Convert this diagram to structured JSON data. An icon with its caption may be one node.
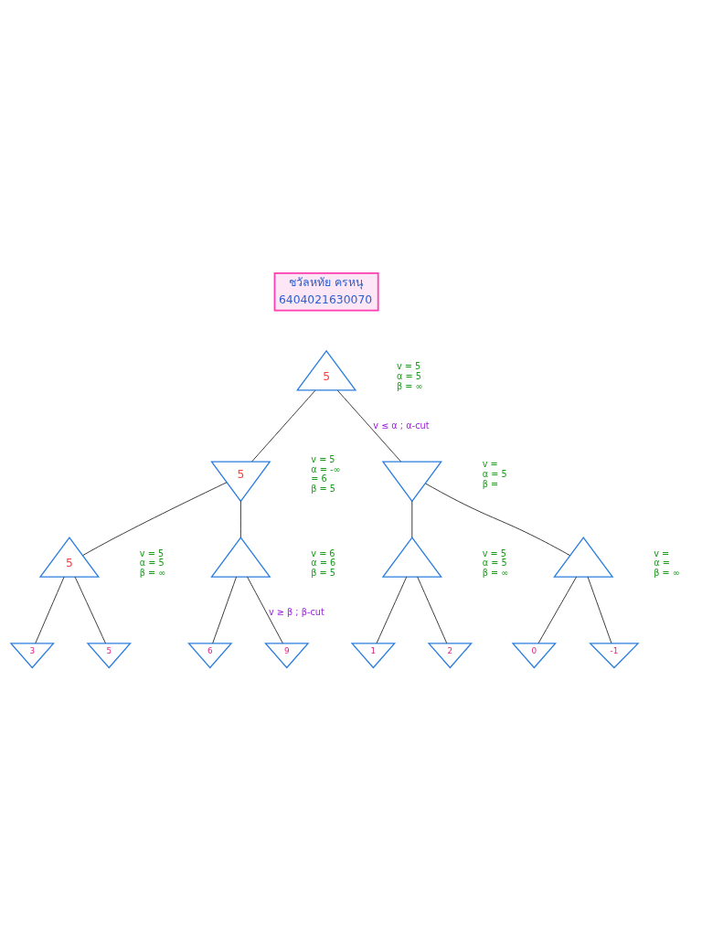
{
  "diagram": {
    "nodes": [
      {
        "text": [
          "5"
        ],
        "beside": [
          "v = 5",
          "α = 5",
          "β = ∞"
        ]
      },
      {
        "text": [
          "5"
        ],
        "beside": [
          "v = 5",
          "α = -∞",
          "= 6",
          "β = 5"
        ]
      },
      {
        "text": [],
        "shape": "triangle",
        "beside": [
          "v =",
          "α = 5",
          "β ="
        ]
      },
      {
        "text": [
          "5"
        ],
        "beside": [
          "v = 5",
          "α = 5",
          "β = ∞"
        ]
      },
      {
        "text": [],
        "shape": "triangle",
        "beside": [
          "v = 6",
          "α = 6",
          "β = 5"
        ]
      },
      {
        "text": [],
        "shape": "triangle",
        "beside": [
          "v = 5",
          "α = 5",
          "β = ∞"
        ]
      },
      {
        "text": [],
        "shape": "triangle",
        "beside": [
          "v =",
          "α =",
          "β = ∞"
        ]
      },
      {
        "text": [
          "3"
        ]
      },
      {
        "text": [
          "5"
        ]
      },
      {
        "text": [
          "6"
        ]
      },
      {
        "text": [
          "9"
        ]
      },
      {
        "text": [
          "1"
        ]
      },
      {
        "text": [
          "2"
        ]
      },
      {
        "text": [
          "0"
        ]
      },
      {
        "text": [
          "-1"
        ]
      }
    ],
    "edges": [
      {
        "from": 0,
        "to": 1,
        "arrow": "none"
      },
      {
        "from": 0,
        "to": 2,
        "arrow": "none",
        "label": "v ≤ α ; α-cut"
      },
      {
        "from": 1,
        "to": 3,
        "arrow": "none"
      },
      {
        "from": 1,
        "to": 4,
        "arrow": "none"
      },
      {
        "from": 2,
        "to": 5,
        "arrow": "none"
      },
      {
        "from": 2,
        "to": 6,
        "arrow": "none"
      },
      {
        "from": 3,
        "to": 7,
        "arrow": "none"
      },
      {
        "from": 3,
        "to": 8,
        "arrow": "none"
      },
      {
        "from": 4,
        "to": 9,
        "arrow": "none"
      },
      {
        "from": 4,
        "to": 10,
        "arrow": "none",
        "label": "v ≥ β ; β-cut"
      },
      {
        "from": 5,
        "to": 11,
        "arrow": "none"
      },
      {
        "from": 5,
        "to": 12,
        "arrow": "none"
      },
      {
        "from": 6,
        "to": 13,
        "arrow": "none"
      },
      {
        "from": 6,
        "to": 14,
        "arrow": "none"
      }
    ],
    "labels": [
      "ชวัลหทัย ครหนุ",
      "6404021630070"
    ]
  }
}
